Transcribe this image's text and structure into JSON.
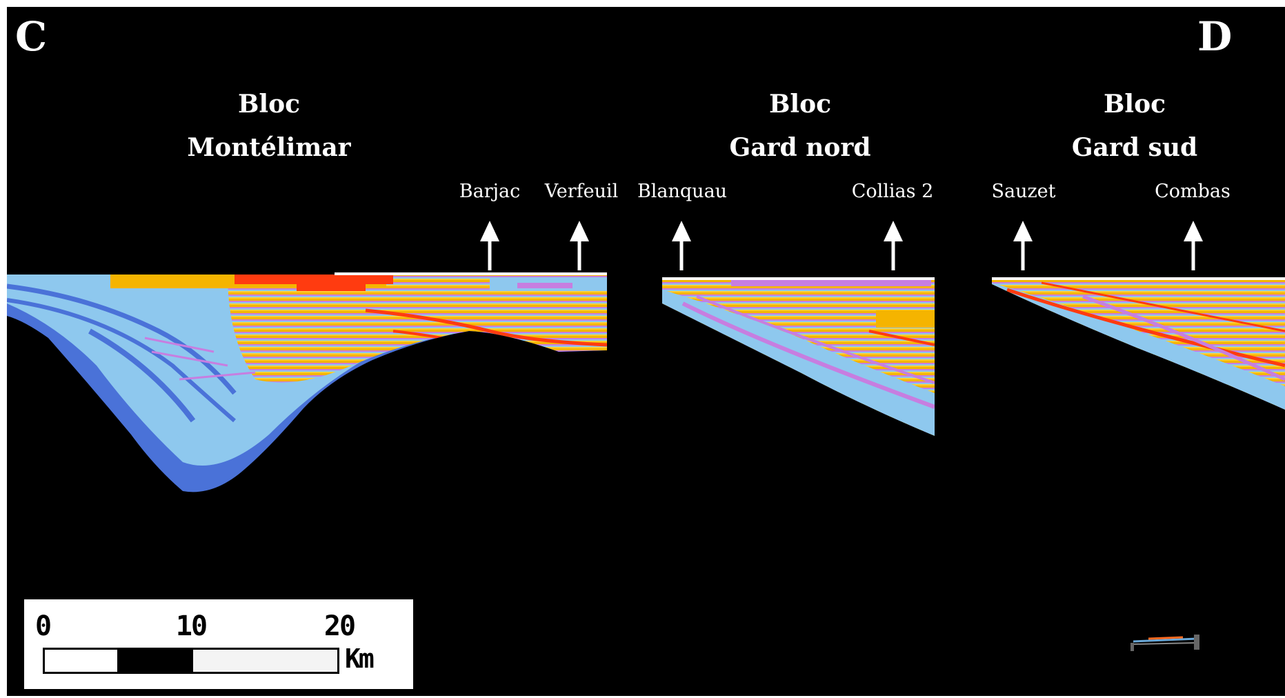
{
  "panel": {
    "left_letter": "C",
    "right_letter": "D"
  },
  "blocks": [
    {
      "line1": "Bloc",
      "line2": "Montélimar"
    },
    {
      "line1": "Bloc",
      "line2": "Gard nord"
    },
    {
      "line1": "Bloc",
      "line2": "Gard sud"
    }
  ],
  "wells": [
    "Barjac",
    "Verfeuil",
    "Blanquau",
    "Collias 2",
    "Sauzet",
    "Combas"
  ],
  "scale_bar": {
    "ticks": [
      "0",
      "10",
      "20"
    ],
    "unit": "Km"
  },
  "colors": {
    "background": "#000000",
    "layer_palette": [
      "#4a72d8",
      "#8ec8ee",
      "#c77ee0",
      "#f5b400",
      "#ff3b10"
    ]
  }
}
